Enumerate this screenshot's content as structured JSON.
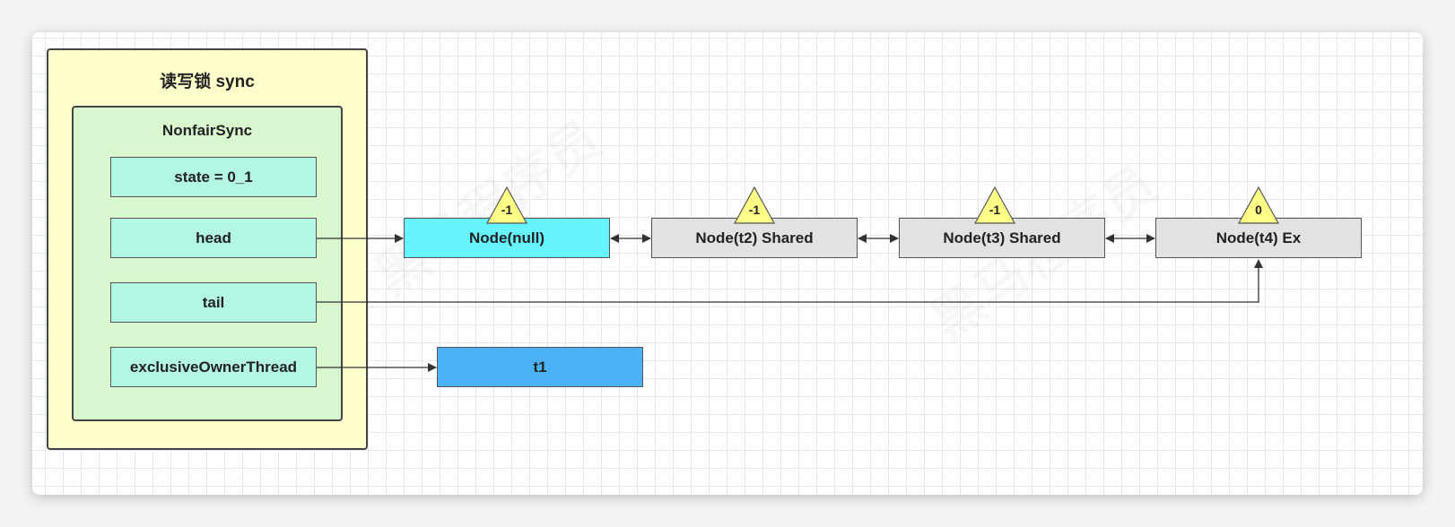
{
  "sync": {
    "title": "读写锁 sync",
    "inner_title": "NonfairSync",
    "fields": {
      "state": "state = 0_1",
      "head": "head",
      "tail": "tail",
      "owner": "exclusiveOwnerThread"
    }
  },
  "queue": {
    "nodes": [
      {
        "label": "Node(null)",
        "wait_status": "-1"
      },
      {
        "label": "Node(t2) Shared",
        "wait_status": "-1"
      },
      {
        "label": "Node(t3) Shared",
        "wait_status": "-1"
      },
      {
        "label": "Node(t4) Ex",
        "wait_status": "0"
      }
    ]
  },
  "owner_thread": "t1",
  "colors": {
    "outer_fill": "#ffffcc",
    "inner_fill": "#d9f7cf",
    "field_fill": "#b3f6e5",
    "head_node_fill": "#66f4ff",
    "node_fill": "#e2e2e2",
    "thread_fill": "#4ab2f5",
    "triangle_fill": "#ffff88"
  }
}
